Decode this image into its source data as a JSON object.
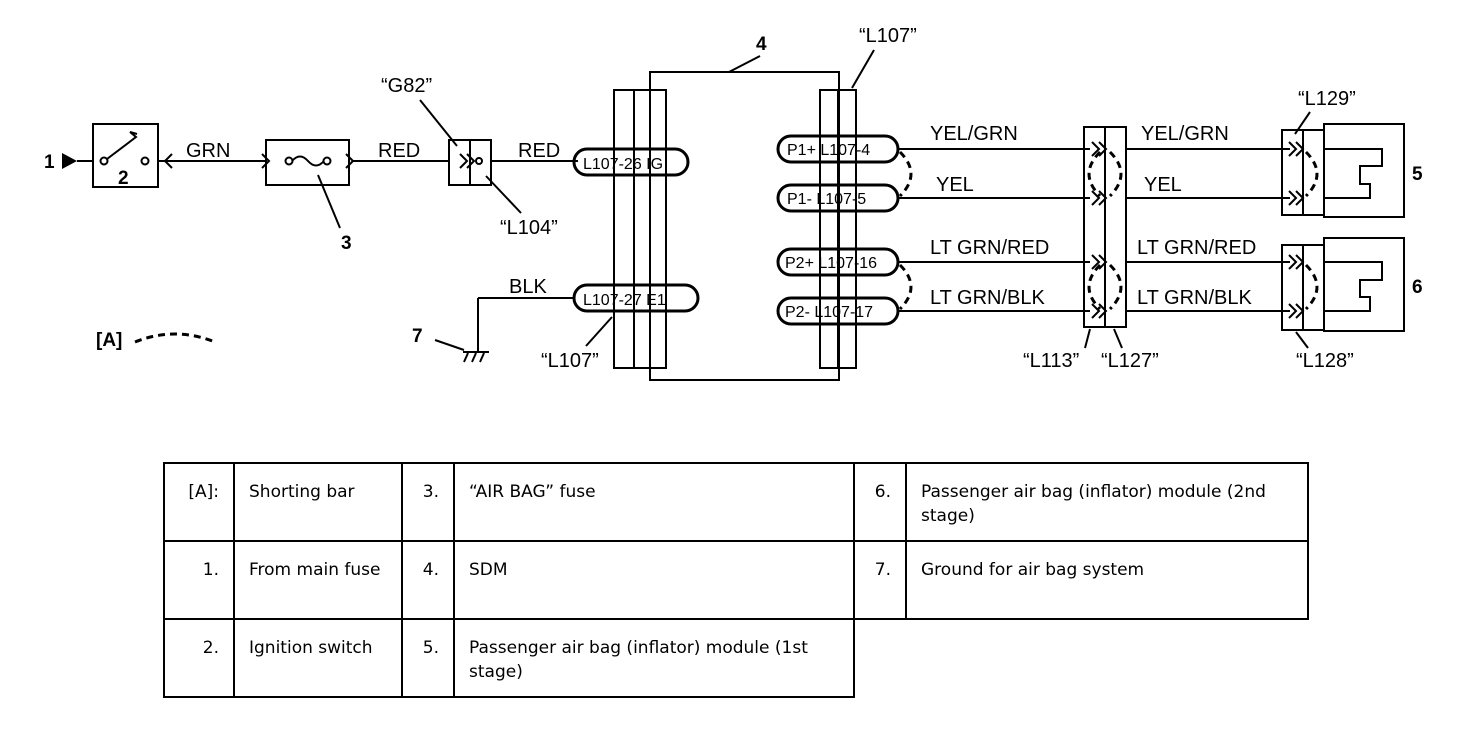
{
  "diagram": {
    "labels": {
      "n1": "1",
      "n2": "2",
      "n3": "3",
      "n4": "4",
      "n5": "5",
      "n6": "6",
      "n7": "7",
      "a": "[A]"
    },
    "wires": {
      "grn": "GRN",
      "red1": "RED",
      "red2": "RED",
      "blk": "BLK",
      "yelgrn_l": "YEL/GRN",
      "yel_l": "YEL",
      "ltgrnred_l": "LT GRN/RED",
      "ltgrnblk_l": "LT GRN/BLK",
      "yelgrn_r": "YEL/GRN",
      "yel_r": "YEL",
      "ltgrnred_r": "LT GRN/RED",
      "ltgrnblk_r": "LT GRN/BLK"
    },
    "connectors": {
      "g82": "“G82”",
      "l104": "“L104”",
      "l107_top": "“L107”",
      "l107_bot": "“L107”",
      "l113": "“L113”",
      "l127": "“L127”",
      "l128": "“L128”",
      "l129": "“L129”"
    },
    "pins": {
      "ig": "L107-26  IG",
      "e1": "L107-27  E1",
      "p1p": "P1+  L107-4",
      "p1m": "P1-  L107-5",
      "p2p": "P2+ L107-16",
      "p2m": "P2-  L107-17"
    }
  },
  "legend": {
    "rows": [
      [
        {
          "key": "[A]:",
          "value": "Shorting bar"
        },
        {
          "key": "3.",
          "value": "“AIR BAG” fuse"
        },
        {
          "key": "6.",
          "value": "Passenger air bag (inflator) module (2nd stage)"
        }
      ],
      [
        {
          "key": "1.",
          "value": "From main fuse"
        },
        {
          "key": "4.",
          "value": "SDM"
        },
        {
          "key": "7.",
          "value": "Ground for air bag system"
        }
      ],
      [
        {
          "key": "2.",
          "value": "Ignition switch"
        },
        {
          "key": "5.",
          "value": "Passenger air bag (inflator) module (1st stage)"
        }
      ]
    ]
  }
}
